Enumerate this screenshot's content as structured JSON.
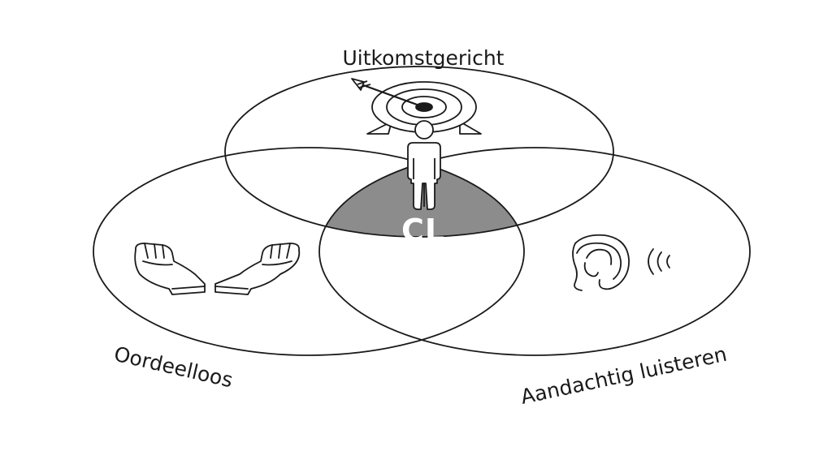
{
  "diagram": {
    "type": "venn",
    "center_label": "CL",
    "circles": [
      {
        "id": "top",
        "label": "Uitkomstgericht",
        "icon": "target-arrow-icon"
      },
      {
        "id": "left",
        "label": "Oordeelloos",
        "icon": "open-hands-icon"
      },
      {
        "id": "right",
        "label": "Aandachtig luisteren",
        "icon": "ear-sound-icon"
      }
    ],
    "center_icon": "person-icon",
    "colors": {
      "line": "#1a1a1a",
      "center_fill": "#8c8c8c",
      "center_text": "#ffffff",
      "background": "#ffffff"
    }
  }
}
